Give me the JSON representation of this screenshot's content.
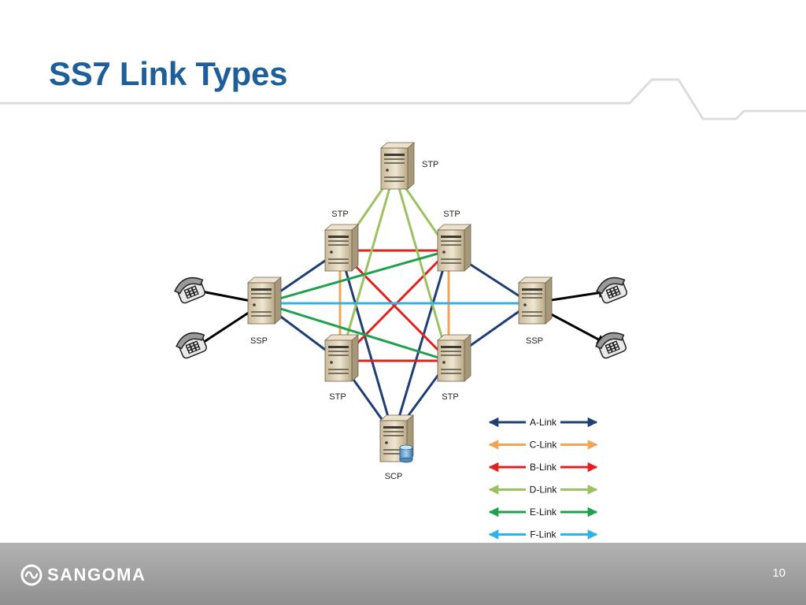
{
  "slide": {
    "title": "SS7 Link Types",
    "page_number": "10"
  },
  "brand": {
    "name": "SANGOMA",
    "logo_icon": "sangoma-logo-icon"
  },
  "colors": {
    "title": "#1f5f99",
    "a_link": "#1f3f73",
    "c_link": "#f0a45a",
    "b_link": "#e0221f",
    "d_link": "#9bc260",
    "e_link": "#1fa14f",
    "f_link": "#2db3e6",
    "access": "#000000"
  },
  "nodes": [
    {
      "id": "stp_top",
      "type": "server",
      "label": "STP"
    },
    {
      "id": "stp_ul",
      "type": "server",
      "label": "STP"
    },
    {
      "id": "stp_ur",
      "type": "server",
      "label": "STP"
    },
    {
      "id": "stp_ll",
      "type": "server",
      "label": "STP"
    },
    {
      "id": "stp_lr",
      "type": "server",
      "label": "STP"
    },
    {
      "id": "ssp_l",
      "type": "server",
      "label": "SSP"
    },
    {
      "id": "ssp_r",
      "type": "server",
      "label": "SSP"
    },
    {
      "id": "scp",
      "type": "database-server",
      "label": "SCP"
    },
    {
      "id": "phone_l1",
      "type": "phone",
      "label": ""
    },
    {
      "id": "phone_l2",
      "type": "phone",
      "label": ""
    },
    {
      "id": "phone_r1",
      "type": "phone",
      "label": ""
    },
    {
      "id": "phone_r2",
      "type": "phone",
      "label": ""
    }
  ],
  "links": [
    {
      "from": "phone_l1",
      "to": "ssp_l",
      "type": "access"
    },
    {
      "from": "phone_l2",
      "to": "ssp_l",
      "type": "access"
    },
    {
      "from": "phone_r1",
      "to": "ssp_r",
      "type": "access"
    },
    {
      "from": "phone_r2",
      "to": "ssp_r",
      "type": "access"
    },
    {
      "from": "ssp_l",
      "to": "stp_ul",
      "type": "a_link"
    },
    {
      "from": "ssp_l",
      "to": "stp_ll",
      "type": "a_link"
    },
    {
      "from": "ssp_r",
      "to": "stp_ur",
      "type": "a_link"
    },
    {
      "from": "ssp_r",
      "to": "stp_lr",
      "type": "a_link"
    },
    {
      "from": "scp",
      "to": "stp_ul",
      "type": "a_link"
    },
    {
      "from": "scp",
      "to": "stp_ur",
      "type": "a_link"
    },
    {
      "from": "scp",
      "to": "stp_ll",
      "type": "a_link"
    },
    {
      "from": "scp",
      "to": "stp_lr",
      "type": "a_link"
    },
    {
      "from": "stp_ul",
      "to": "stp_ll",
      "type": "c_link"
    },
    {
      "from": "stp_ur",
      "to": "stp_lr",
      "type": "c_link"
    },
    {
      "from": "stp_ul",
      "to": "stp_ur",
      "type": "b_link"
    },
    {
      "from": "stp_ll",
      "to": "stp_lr",
      "type": "b_link"
    },
    {
      "from": "stp_ul",
      "to": "stp_lr",
      "type": "b_link"
    },
    {
      "from": "stp_ur",
      "to": "stp_ll",
      "type": "b_link"
    },
    {
      "from": "stp_top",
      "to": "stp_ul",
      "type": "d_link"
    },
    {
      "from": "stp_top",
      "to": "stp_ur",
      "type": "d_link"
    },
    {
      "from": "stp_top",
      "to": "stp_ll",
      "type": "d_link"
    },
    {
      "from": "stp_top",
      "to": "stp_lr",
      "type": "d_link"
    },
    {
      "from": "ssp_l",
      "to": "stp_ur",
      "type": "e_link"
    },
    {
      "from": "ssp_l",
      "to": "stp_lr",
      "type": "e_link"
    },
    {
      "from": "ssp_l",
      "to": "ssp_r",
      "type": "f_link"
    }
  ],
  "legend": [
    {
      "type": "a_link",
      "label": "A-Link"
    },
    {
      "type": "c_link",
      "label": "C-Link"
    },
    {
      "type": "b_link",
      "label": "B-Link"
    },
    {
      "type": "d_link",
      "label": "D-Link"
    },
    {
      "type": "e_link",
      "label": "E-Link"
    },
    {
      "type": "f_link",
      "label": "F-Link"
    }
  ]
}
